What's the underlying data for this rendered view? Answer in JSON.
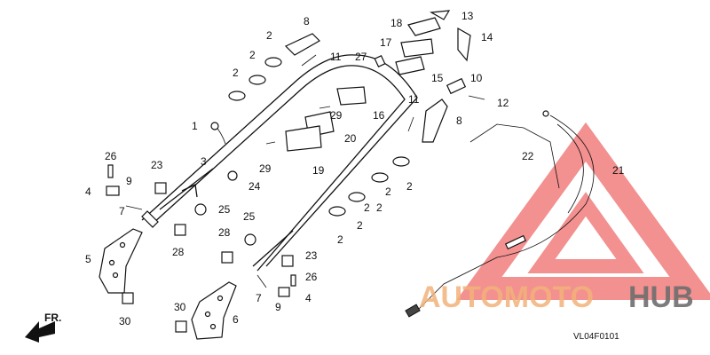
{
  "diagram": {
    "code": "VL04F0101",
    "front_label": "FR.",
    "watermark": {
      "text_a": "AUTOMOTO",
      "text_b": "HUB",
      "color_a": "#f2b27a",
      "color_b": "#6e6e6e",
      "triangle_color": "#ef6b6b"
    },
    "labels": [
      {
        "id": "1",
        "text": "1"
      },
      {
        "id": "2a",
        "text": "2"
      },
      {
        "id": "2b",
        "text": "2"
      },
      {
        "id": "2c",
        "text": "2"
      },
      {
        "id": "2d",
        "text": "2"
      },
      {
        "id": "2e",
        "text": "2"
      },
      {
        "id": "2f",
        "text": "2"
      },
      {
        "id": "2g",
        "text": "2"
      },
      {
        "id": "2h",
        "text": "2"
      },
      {
        "id": "2i",
        "text": "2"
      },
      {
        "id": "3",
        "text": "3"
      },
      {
        "id": "4a",
        "text": "4"
      },
      {
        "id": "4b",
        "text": "4"
      },
      {
        "id": "5",
        "text": "5"
      },
      {
        "id": "6",
        "text": "6"
      },
      {
        "id": "7a",
        "text": "7"
      },
      {
        "id": "7b",
        "text": "7"
      },
      {
        "id": "8a",
        "text": "8"
      },
      {
        "id": "8b",
        "text": "8"
      },
      {
        "id": "9a",
        "text": "9"
      },
      {
        "id": "9b",
        "text": "9"
      },
      {
        "id": "10",
        "text": "10"
      },
      {
        "id": "11a",
        "text": "11"
      },
      {
        "id": "11b",
        "text": "11"
      },
      {
        "id": "12",
        "text": "12"
      },
      {
        "id": "13",
        "text": "13"
      },
      {
        "id": "14",
        "text": "14"
      },
      {
        "id": "15",
        "text": "15"
      },
      {
        "id": "16",
        "text": "16"
      },
      {
        "id": "17",
        "text": "17"
      },
      {
        "id": "18",
        "text": "18"
      },
      {
        "id": "19",
        "text": "19"
      },
      {
        "id": "20",
        "text": "20"
      },
      {
        "id": "21",
        "text": "21"
      },
      {
        "id": "22",
        "text": "22"
      },
      {
        "id": "23a",
        "text": "23"
      },
      {
        "id": "23b",
        "text": "23"
      },
      {
        "id": "24",
        "text": "24"
      },
      {
        "id": "25a",
        "text": "25"
      },
      {
        "id": "25b",
        "text": "25"
      },
      {
        "id": "26a",
        "text": "26"
      },
      {
        "id": "26b",
        "text": "26"
      },
      {
        "id": "27",
        "text": "27"
      },
      {
        "id": "28a",
        "text": "28"
      },
      {
        "id": "28b",
        "text": "28"
      },
      {
        "id": "29a",
        "text": "29"
      },
      {
        "id": "29b",
        "text": "29"
      },
      {
        "id": "30a",
        "text": "30"
      },
      {
        "id": "30b",
        "text": "30"
      }
    ]
  }
}
